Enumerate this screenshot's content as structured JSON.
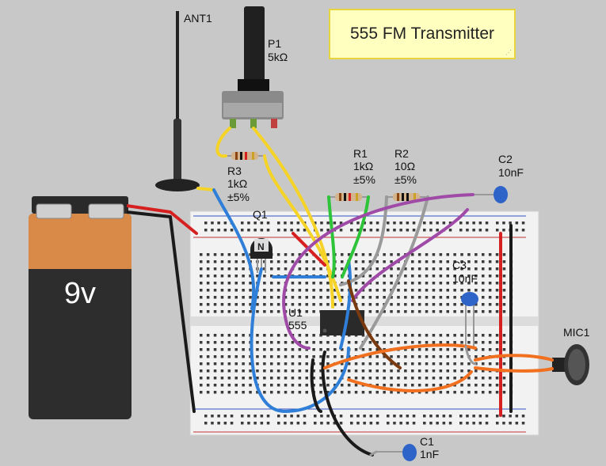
{
  "title_note": {
    "text": "555 FM Transmitter"
  },
  "components": {
    "antenna": {
      "ref": "ANT1"
    },
    "pot": {
      "ref": "P1",
      "value": "5kΩ"
    },
    "r3": {
      "ref": "R3",
      "value": "1kΩ",
      "tol": "±5%"
    },
    "r1": {
      "ref": "R1",
      "value": "1kΩ",
      "tol": "±5%"
    },
    "r2": {
      "ref": "R2",
      "value": "10Ω",
      "tol": "±5%"
    },
    "c2": {
      "ref": "C2",
      "value": "10nF"
    },
    "c3": {
      "ref": "C3",
      "value": "10nF"
    },
    "c1": {
      "ref": "C1",
      "value": "1nF"
    },
    "q1": {
      "ref": "Q1",
      "mark": "N"
    },
    "u1": {
      "ref": "U1",
      "value": "555"
    },
    "mic": {
      "ref": "MIC1"
    },
    "battery": {
      "label": "9v"
    }
  },
  "colors": {
    "background": "#c8c8c8",
    "breadboard": "#f2f2f2",
    "wire_yellow": "#f5d327",
    "wire_blue": "#2f7fd8",
    "wire_red": "#d62020",
    "wire_black": "#1a1a1a",
    "wire_green": "#2ec43a",
    "wire_gray": "#9a9a9a",
    "wire_purple": "#a04aa8",
    "wire_orange": "#f07020",
    "wire_brown": "#7a3a10",
    "battery_top": "#d98a48",
    "battery_bottom": "#2d2d2d"
  }
}
